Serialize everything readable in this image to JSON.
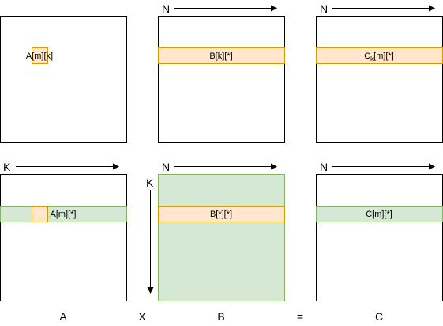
{
  "colors": {
    "border": "#000000",
    "highlight_fill": "#ffe6cc",
    "highlight_stroke": "#d79b00",
    "green_fill": "#d5e8d4",
    "green_stroke": "#82b366"
  },
  "top_row": {
    "a_label": "A[m][k]",
    "b_axis": "N",
    "b_label": "B[k][*]",
    "c_axis": "N",
    "c_label_main": "C",
    "c_label_sub": "k",
    "c_label_rest": "[m][*]"
  },
  "bottom_row": {
    "a_axis": "K",
    "a_label": "A[m][*]",
    "b_axis_h": "N",
    "b_axis_v": "K",
    "b_label": "B[*][*]",
    "c_axis": "N",
    "c_label": "C[m][*]"
  },
  "captions": {
    "a": "A",
    "times": "X",
    "b": "B",
    "equals": "=",
    "c": "C"
  }
}
